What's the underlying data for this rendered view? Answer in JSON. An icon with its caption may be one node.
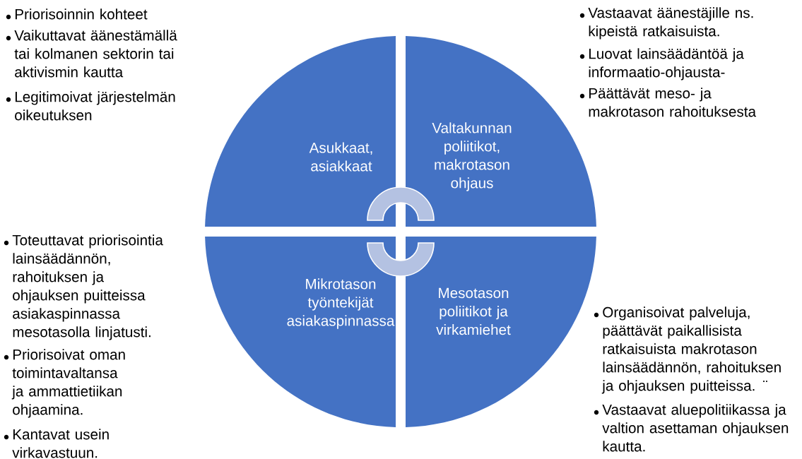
{
  "diagram": {
    "nodes": [
      {
        "text": [
          "Asukkaat, asiakkaat"
        ],
        "beside": [
          "Priorisoinnin kohteet",
          "Vaikuttavat äänestämällä tai kolmanen sektorin tai aktivismin kautta",
          "Legitimoivat järjestelmän oikeutuksen"
        ]
      },
      {
        "text": [
          "Valtakunnan poliitikot, makrotason ohjaus"
        ],
        "beside": [
          "Vastaavat äänestäjille ns. kipeistä ratkaisuista.",
          "Luovat lainsäädäntöä ja informaatio-ohjausta-",
          "Päättävät meso- ja makrotason rahoituksesta"
        ]
      },
      {
        "text": [
          "Mikrotason työntekijät asiakaspinnassa"
        ],
        "beside": [
          "Toteuttavat priorisointia lainsäädännön, rahoituksen ja ohjauksen puitteissa asiakaspinnassa mesotasolla linjatusti.",
          "Priorisoivat oman toimintavaltansa ja ammattietiikan ohjaamina.",
          "Kantavat usein virkavastuun."
        ]
      },
      {
        "text": [
          "Mesotason poliitikot ja virkamiehet"
        ],
        "beside": [
          "Organisoivat palveluja, päättävät paikallisista ratkaisuista makrotason lainsäädännön, rahoituksen ja ohjauksen puitteissa. ¨",
          "Vastaavat aluepolitiikassa ja valtion asettaman ohjauksen kautta."
        ]
      }
    ]
  }
}
